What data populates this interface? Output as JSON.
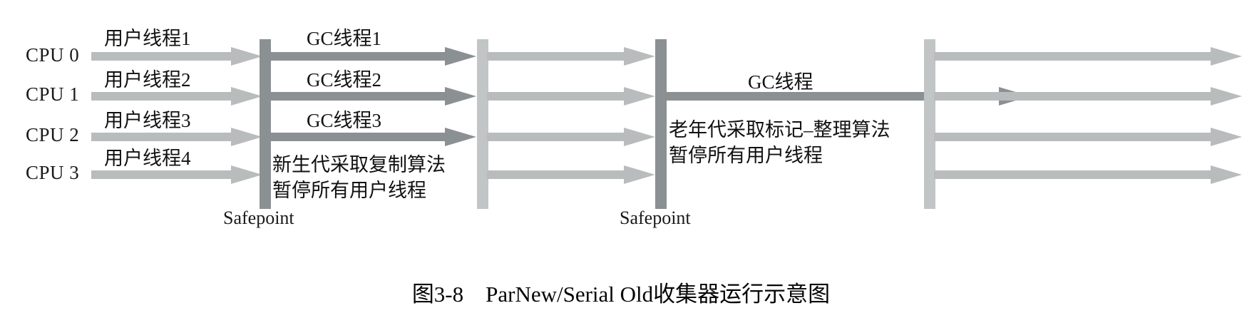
{
  "figure": {
    "caption": "图3-8　ParNew/Serial Old收集器运行示意图"
  },
  "colors": {
    "user_thread": "#b9bcbd",
    "gc_thread": "#8b9093",
    "safepoint_bar_dark": "#8b9093",
    "safepoint_bar_light": "#c2c5c6",
    "text": "#111111",
    "background": "#ffffff"
  },
  "cpu_rows": [
    {
      "label": "CPU 0"
    },
    {
      "label": "CPU 1"
    },
    {
      "label": "CPU 2"
    },
    {
      "label": "CPU 3"
    }
  ],
  "phases": {
    "user_phase_1": {
      "thread_labels": [
        "用户线程1",
        "用户线程2",
        "用户线程3",
        "用户线程4"
      ]
    },
    "young_gc_phase": {
      "thread_labels": [
        "GC线程1",
        "GC线程2",
        "GC线程3"
      ],
      "note_lines": [
        "新生代采取复制算法",
        "暂停所有用户线程"
      ],
      "safepoint_caption": "Safepoint"
    },
    "user_phase_2": {
      "thread_labels": []
    },
    "old_gc_phase": {
      "thread_labels": [
        "GC线程"
      ],
      "note_lines": [
        "老年代采取标记–整理算法",
        "暂停所有用户线程"
      ],
      "safepoint_caption": "Safepoint"
    },
    "user_phase_3": {
      "thread_labels": []
    }
  }
}
